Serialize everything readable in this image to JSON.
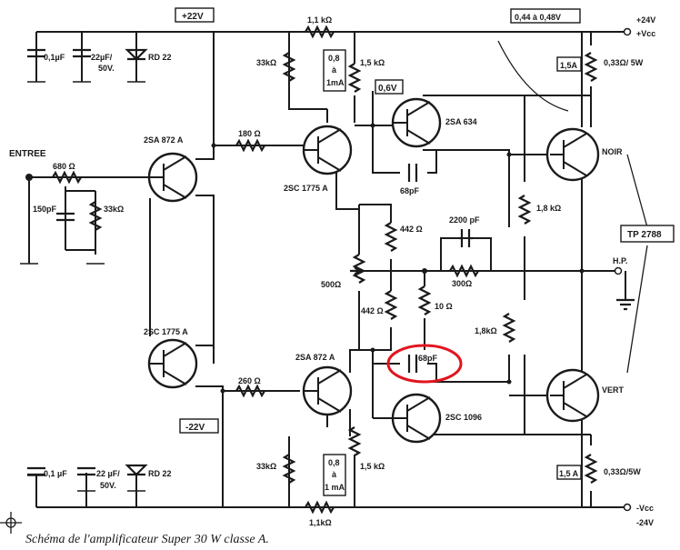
{
  "caption": "Schéma de l'amplificateur Super 30 W classe A.",
  "rails": {
    "pos_box": "+22V",
    "neg_box": "-22V",
    "pos_out_1": "+24V",
    "pos_out_2": "+Vcc",
    "neg_out_1": "-Vcc",
    "neg_out_2": "-24V",
    "bias_box": "0,44 à 0,48V"
  },
  "labels": {
    "entree": "ENTREE",
    "r_in": "680 Ω",
    "c_in": "150pF",
    "r_in_gnd": "33kΩ",
    "c_top_1": "0,1µF",
    "c_top_2": "22µF/",
    "c_top_2b": "50V.",
    "d_top": "RD 22",
    "c_bot_1": "0,1 µF",
    "c_bot_2": "22 µF/",
    "c_bot_2b": "50V.",
    "d_bot": "RD 22",
    "q1": "2SA 872 A",
    "q2": "2SC 1775 A",
    "q3": "2SC 1775 A",
    "q4": "2SA 872 A",
    "q5": "2SA 634",
    "q6": "2SC 1096",
    "q7": "NOIR",
    "q8": "VERT",
    "tp": "TP 2788",
    "r180": "180 Ω",
    "r260": "260 Ω",
    "r1k1_top": "1,1 kΩ",
    "r1k1_bot": "1,1kΩ",
    "r33k_top": "33kΩ",
    "r33k_bot": "33kΩ",
    "r1k5_top": "1,5 kΩ",
    "r1k5_bot": "1,5 kΩ",
    "ma_top_1": "0,8",
    "ma_top_2": "à",
    "ma_top_3": "1mA",
    "ma_bot_1": "0,8",
    "ma_bot_2": "à",
    "ma_bot_3": "1 mA",
    "v06": "0,6V",
    "c68_top": "68pF",
    "c68_bot": "68pF",
    "r442_top": "442 Ω",
    "r442_bot": "442 Ω",
    "r500": "500Ω",
    "c2200": "2200 pF",
    "r300": "300Ω",
    "r10": "10 Ω",
    "r1k8_top": "1,8 kΩ",
    "r1k8_bot": "1,8kΩ",
    "hp": "H.P.",
    "fuse_top": "1,5A",
    "fuse_bot": "1,5 A",
    "re_top": "0,33Ω/ 5W",
    "re_bot": "0,33Ω/5W"
  }
}
